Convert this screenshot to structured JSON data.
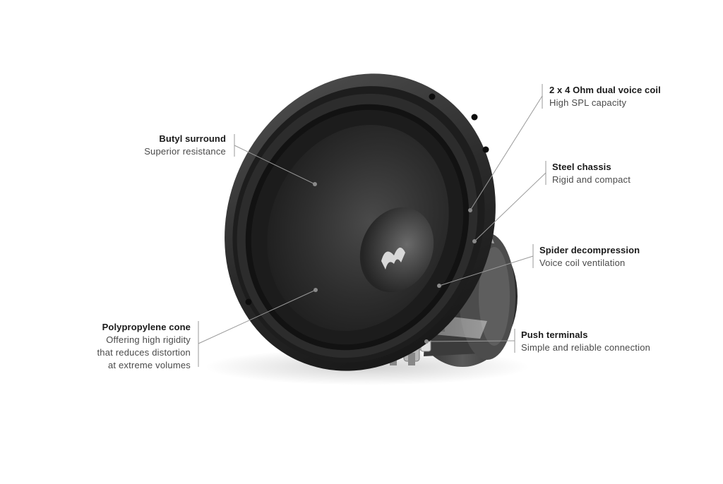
{
  "callouts": {
    "butyl_surround": {
      "title": "Butyl surround",
      "desc": [
        "Superior resistance"
      ]
    },
    "polypropylene_cone": {
      "title": "Polypropylene cone",
      "desc": [
        "Offering high rigidity",
        "that reduces distortion",
        "at extreme volumes"
      ]
    },
    "voice_coil": {
      "title": "2 x 4 Ohm dual voice coil",
      "desc": [
        "High SPL capacity"
      ]
    },
    "steel_chassis": {
      "title": "Steel chassis",
      "desc": [
        "Rigid and compact"
      ]
    },
    "spider": {
      "title": "Spider decompression",
      "desc": [
        "Voice coil ventilation"
      ]
    },
    "push_terminals": {
      "title": "Push terminals",
      "desc": [
        "Simple and reliable connection"
      ]
    }
  },
  "colors": {
    "leader_line": "#9a9a9a",
    "title_text": "#1a1a1a",
    "desc_text": "#4a4a4a",
    "rim": "#2b2b2b",
    "surround": "#151515",
    "cone": "#2e2e2e",
    "magnet": "#3a3a3a",
    "copper_coil": "#7a3b1c"
  }
}
